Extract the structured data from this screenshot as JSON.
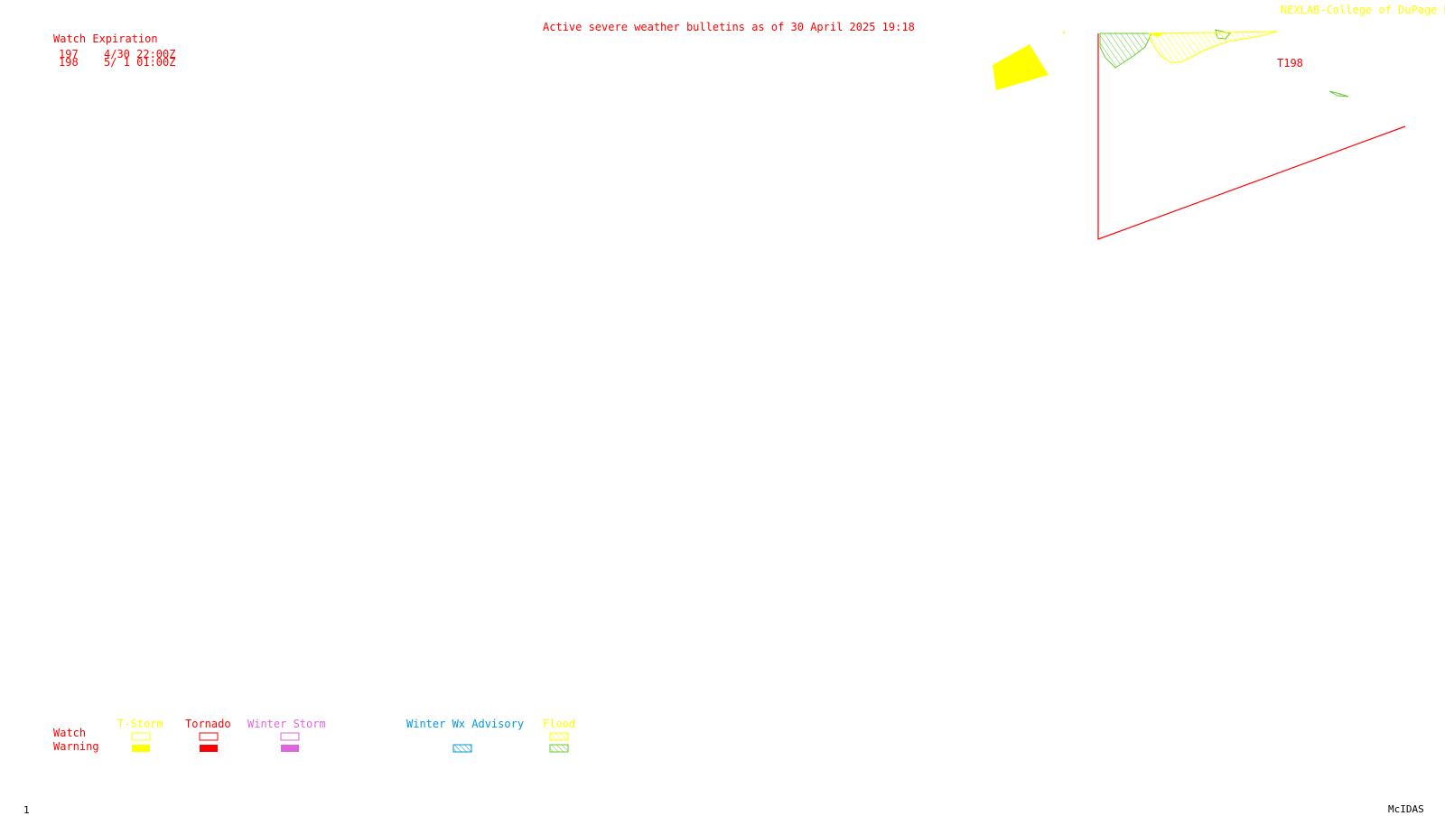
{
  "header": {
    "title": "Active severe weather bulletins as of 30 April 2025 19:18",
    "credit": "NEXLAB-College of DuPage R"
  },
  "watch_table": {
    "heading": "Watch Expiration",
    "rows": [
      {
        "id": "197",
        "expires": "4/30 22:00Z"
      },
      {
        "id": "198",
        "expires": "5/ 1 01:00Z"
      }
    ]
  },
  "map": {
    "watch_label": "T198"
  },
  "legend": {
    "row_watch": "Watch",
    "row_warning": "Warning",
    "categories": [
      {
        "label": "T-Storm",
        "color": "#ffff00"
      },
      {
        "label": "Tornado",
        "color": "#ff0000"
      },
      {
        "label": "Winter Storm",
        "color": "#dd66dd"
      },
      {
        "label": "Winter Wx Advisory",
        "color": "#0099dd"
      },
      {
        "label": "Flood",
        "color": "#ffff00",
        "warning_color": "#66cc33"
      }
    ]
  },
  "footer": {
    "frame_number": "1",
    "software": "McIDAS"
  }
}
